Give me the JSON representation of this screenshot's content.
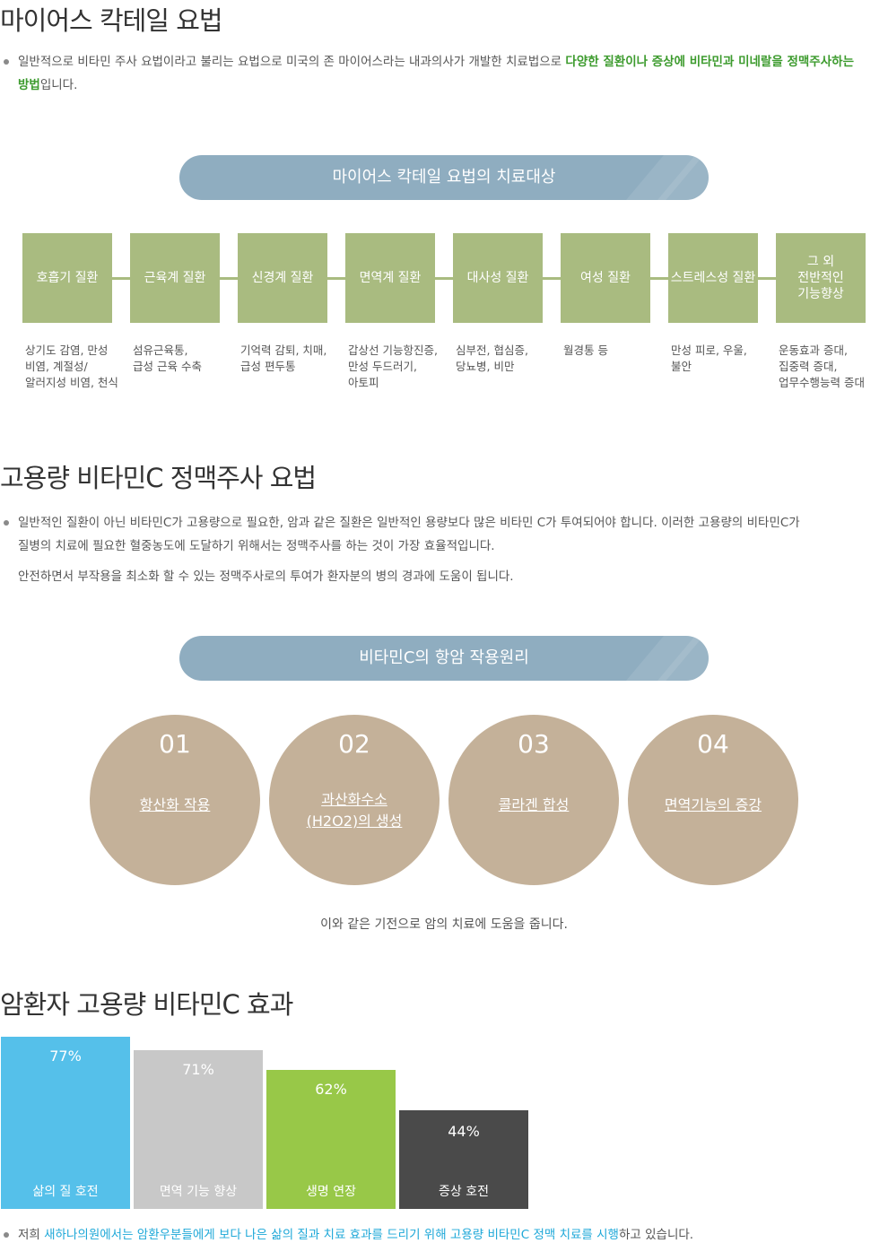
{
  "section1": {
    "title": "마이어스 칵테일 요법",
    "bullet_plain": "일반적으로 비타민 주사 요법이라고 불리는 요법으로 미국의 존 마이어스라는 내과의사가 개발한 치료법으로 ",
    "bullet_highlight": "다양한 질환이나 증상에 비타민과 미네랄을 정맥주사하는 방법",
    "bullet_tail": "입니다.",
    "pill_label": "마이어스 칵테일 요법의 치료대상",
    "targets": [
      {
        "label": "호흡기 질환",
        "desc": "상기도 감염, 만성\n비염, 계절성/\n알러지성 비염, 천식"
      },
      {
        "label": "근육계 질환",
        "desc": "섬유근육통,\n급성 근육 수축"
      },
      {
        "label": "신경계 질환",
        "desc": "기억력 감퇴, 치매,\n급성 편두통"
      },
      {
        "label": "면역계 질환",
        "desc": "갑상선 기능항진증,\n만성 두드러기,\n아토피"
      },
      {
        "label": "대사성 질환",
        "desc": "심부전, 협심증,\n당뇨병, 비만"
      },
      {
        "label": "여성 질환",
        "desc": "월경통 등"
      },
      {
        "label": "스트레스성 질환",
        "desc": "만성 피로, 우울,\n불안"
      },
      {
        "label": "그 외\n전반적인\n기능향상",
        "desc": "운동효과 증대,\n집중력 증대,\n업무수행능력 증대"
      }
    ]
  },
  "section2": {
    "title": "고용량 비타민C 정맥주사 요법",
    "bullet_line1": "일반적인 질환이 아닌 비타민C가 고용량으로 필요한, 암과 같은 질환은 일반적인 용량보다 많은 비타민 C가 투여되어야 합니다. 이러한 고용량의 비타민C가",
    "bullet_line2": "질병의 치료에 필요한 혈중농도에 도달하기 위해서는 정맥주사를 하는 것이 가장 효율적입니다.",
    "bullet_line3": "안전하면서 부작용을 최소화 할 수 있는 정맥주사로의 투여가 환자분의 병의 경과에 도움이 됩니다.",
    "pill_label": "비타민C의 항암 작용원리",
    "mechanisms": [
      {
        "num": "01",
        "label": "항산화 작용"
      },
      {
        "num": "02",
        "label": "과산화수소\n(H2O2)의 생성"
      },
      {
        "num": "03",
        "label": "콜라겐 합성"
      },
      {
        "num": "04",
        "label": "면역기능의 증강"
      }
    ],
    "note": "이와 같은 기전으로 암의 치료에 도움을 줍니다."
  },
  "section3": {
    "title": "암환자 고용량 비타민C 효과",
    "bullet_prefix": "저희 ",
    "bullet_highlight": "새하나의원에서는 암환우분들에게 보다 나은 삶의 질과 치료 효과를 드리기 위해 고용량 비타민C 정맥 치료를 시행",
    "bullet_tail": "하고 있습니다."
  },
  "chart_data": {
    "type": "bar",
    "categories": [
      "삶의 질 호전",
      "면역 기능 향상",
      "생명 연장",
      "증상 호전"
    ],
    "values": [
      77,
      71,
      62,
      44
    ],
    "value_labels": [
      "77%",
      "71%",
      "62%",
      "44%"
    ],
    "colors": [
      "#55c0ea",
      "#c8c8c8",
      "#98c848",
      "#4a4a4a"
    ],
    "title": "",
    "xlabel": "",
    "ylabel": "",
    "ylim": [
      0,
      77
    ]
  }
}
